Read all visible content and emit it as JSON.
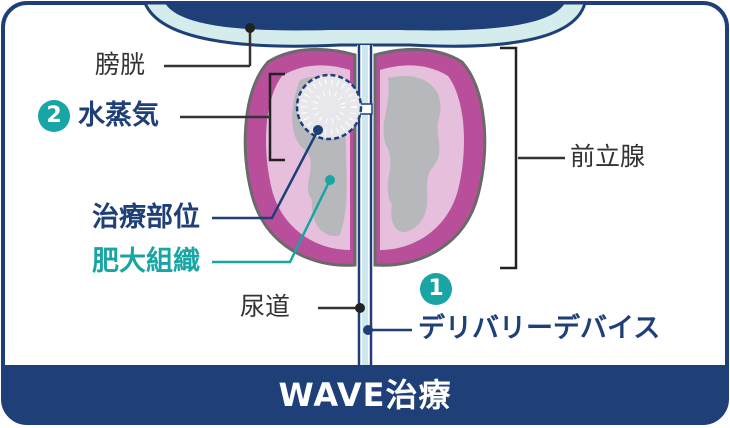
{
  "labels": {
    "bladder": "膀胱",
    "steam": "水蒸気",
    "treatment_site": "治療部位",
    "hypertrophic_tissue": "肥大組織",
    "prostate": "前立腺",
    "urethra": "尿道",
    "delivery_device": "デリバリーデバイス"
  },
  "badges": {
    "steam_number": "2",
    "device_number": "1"
  },
  "footer": {
    "title": "WAVE治療"
  },
  "colors": {
    "navy": "#1f3f78",
    "teal": "#1aa5a5",
    "prostate_outer": "#b94f9a",
    "prostate_inner": "#e6bfdc",
    "tissue_gray": "#b7b8bc",
    "bladder_fill": "#d4ecec"
  }
}
